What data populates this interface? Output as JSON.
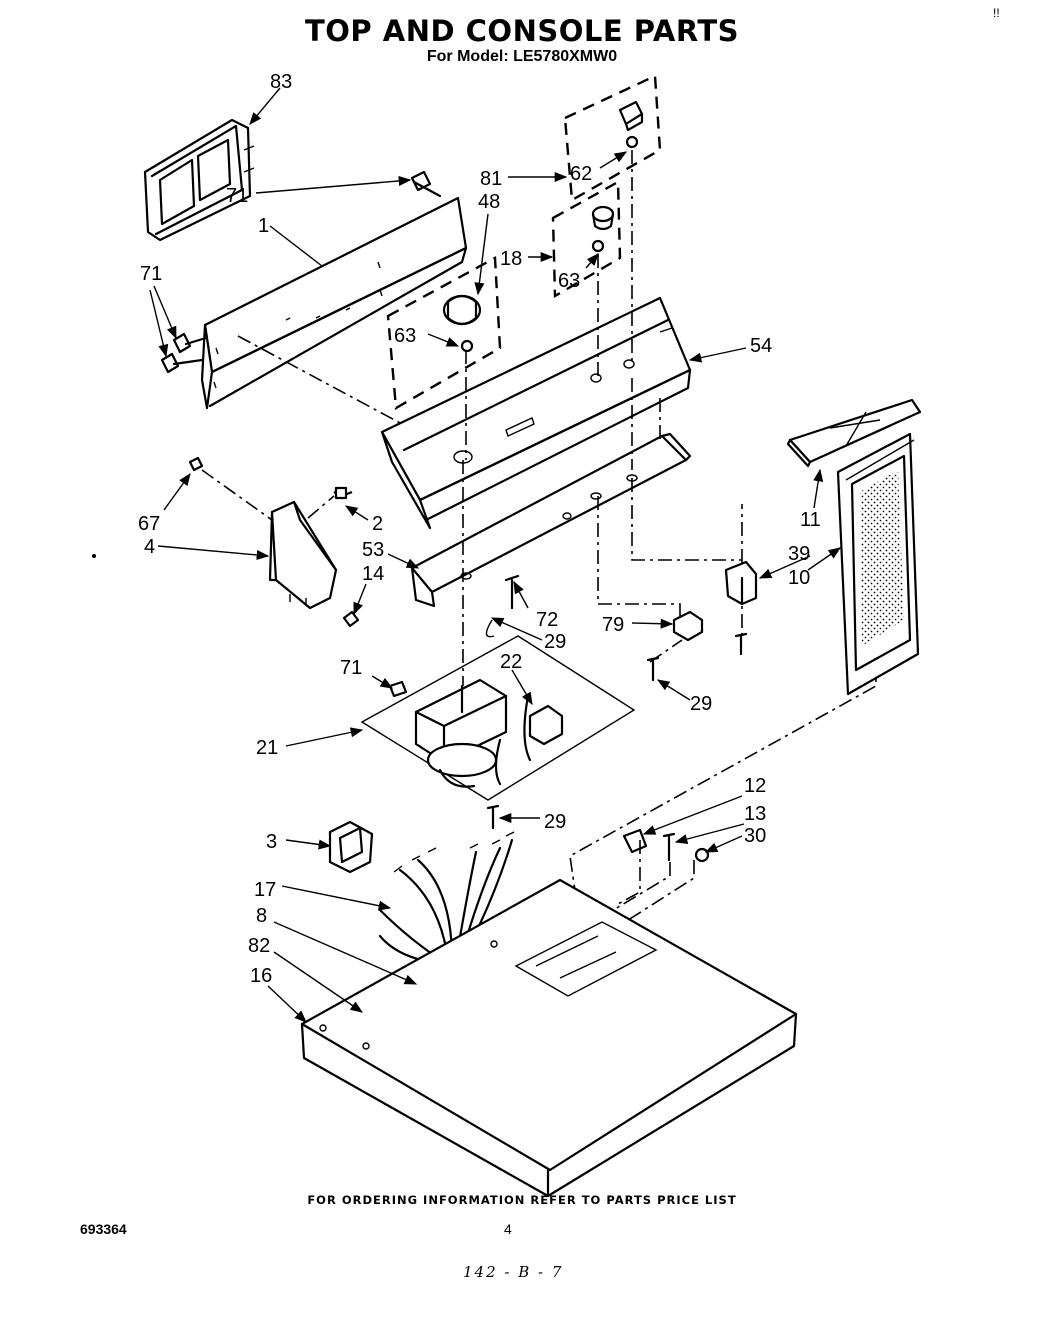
{
  "header": {
    "title": "TOP AND CONSOLE PARTS",
    "subtitle": "For Model: LE5780XMW0"
  },
  "footer": {
    "ordering_note": "FOR ORDERING INFORMATION REFER TO PARTS PRICE LIST",
    "document_number": "693364",
    "page_number": "4",
    "handwritten_note": "142 - B - 7",
    "corner_mark": "!!"
  },
  "callouts": {
    "c83": "83",
    "c71a": "71",
    "c1": "1",
    "c71b": "71",
    "c48": "48",
    "c63a": "63",
    "c81": "81",
    "c62": "62",
    "c18": "18",
    "c63b": "63",
    "c54": "54",
    "c67": "67",
    "c4": "4",
    "c2": "2",
    "c53": "53",
    "c14": "14",
    "c72": "72",
    "c29a": "29",
    "c79": "79",
    "c39": "39",
    "c10": "10",
    "c11": "11",
    "c71c": "71",
    "c22": "22",
    "c21": "21",
    "c29b": "29",
    "c29c": "29",
    "c12": "12",
    "c13": "13",
    "c30": "30",
    "c3": "3",
    "c17": "17",
    "c8": "8",
    "c82": "82",
    "c16": "16"
  }
}
